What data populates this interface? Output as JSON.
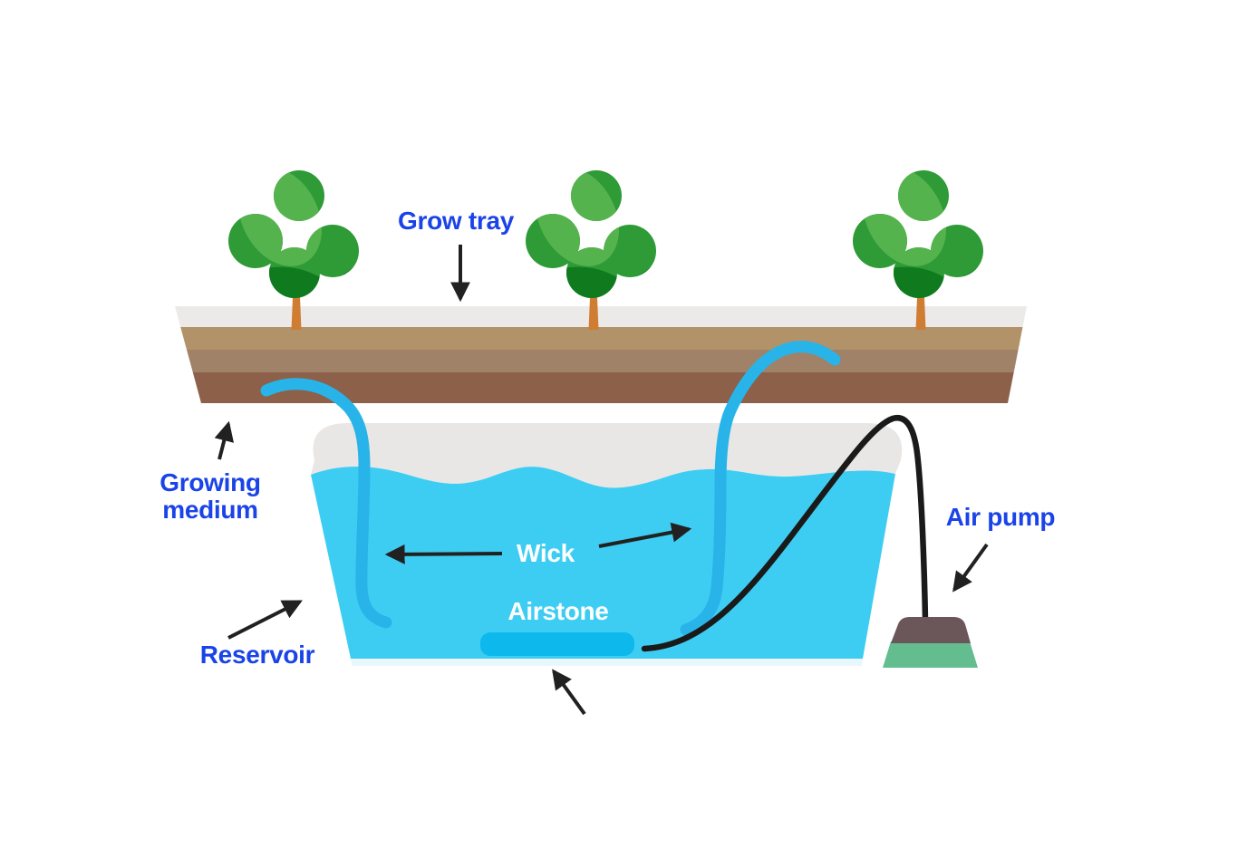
{
  "labels": {
    "grow_tray": "Grow tray",
    "growing_medium": "Growing medium",
    "reservoir": "Reservoir",
    "wick": "Wick",
    "airstone": "Airstone",
    "air_pump": "Air pump"
  },
  "components": {
    "plants_count": 3,
    "icon_names": [
      "plant-icon",
      "grow-tray",
      "growing-medium-layers",
      "reservoir-container",
      "water",
      "wick-left",
      "wick-right",
      "airstone",
      "air-tube",
      "air-pump"
    ]
  },
  "colors": {
    "label_blue": "#1a43e8",
    "label_white": "#ffffff",
    "water": "#3ecdf2",
    "wick": "#28b4e9",
    "airstone": "#0db9ec",
    "reservoir_rim": "#e9e7e5",
    "tray_top": "#eceae8",
    "tray_layer_tan": "#b29268",
    "tray_layer_mid": "#a08268",
    "tray_layer_dark": "#8d604a",
    "trunk": "#cf7d33",
    "foliage_mid": "#2e9b37",
    "foliage_light": "#55b34e",
    "foliage_dark": "#0f7b1e",
    "pump_top": "#6b5659",
    "pump_base": "#63bd8f",
    "arrow": "#212121"
  }
}
